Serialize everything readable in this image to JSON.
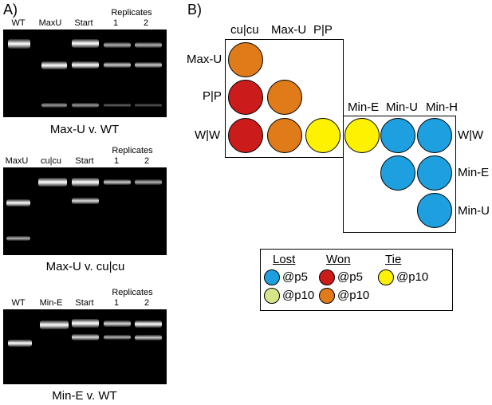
{
  "panel_a": {
    "letter": "A)",
    "gels": [
      {
        "lanes": [
          "WT",
          "MaxU",
          "Start",
          "1",
          "2"
        ],
        "replicates_label": "Replicates",
        "caption": "Max-U v. WT"
      },
      {
        "lanes": [
          "MaxU",
          "cu|cu",
          "Start",
          "1",
          "2"
        ],
        "replicates_label": "Replicates",
        "caption": "Max-U v. cu|cu"
      },
      {
        "lanes": [
          "WT",
          "Min-E",
          "Start",
          "1",
          "2"
        ],
        "replicates_label": "Replicates",
        "caption": "Min-E v. WT"
      }
    ]
  },
  "panel_b": {
    "letter": "B)",
    "left_matrix": {
      "col_labels": [
        "cu|cu",
        "Max-U",
        "P|P"
      ],
      "row_labels": [
        "Max-U",
        "P|P",
        "W|W"
      ]
    },
    "right_matrix": {
      "col_labels": [
        "Min-E",
        "Min-U",
        "Min-H"
      ],
      "row_labels": [
        "W|W",
        "Min-E",
        "Min-U"
      ]
    },
    "colors": {
      "lost_p5": "#1e9fe0",
      "won_p5": "#cc1b1b",
      "tie_p10": "#fff200",
      "lost_p10": "#d8e48a",
      "won_p10": "#e07b1a"
    },
    "legend": {
      "headers": [
        "Lost",
        "Won",
        "Tie"
      ],
      "items": [
        "@p5",
        "@p5",
        "@p10",
        "@p10",
        "@p10"
      ]
    }
  }
}
